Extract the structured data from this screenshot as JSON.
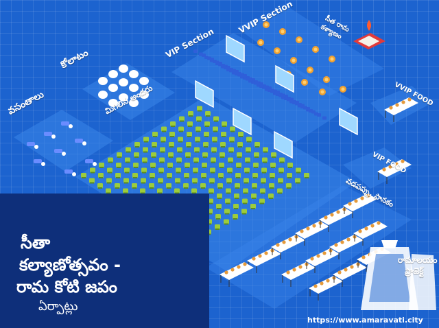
{
  "labels": {
    "vip_section": "VIP Section",
    "vvip_section": "VVIP Section",
    "sita_rama_kalyanam": "సీత రామ కళ్యాణం",
    "vvip_food_top": "VVIP FOOD",
    "vip_food": "VIP FOOD",
    "kolatam": "కోలాటం",
    "vasantalu": "వసంతాలు",
    "migilina_andaru": "మిగిలిన అందరు",
    "vadapappu_panakam": "వడపప్పు, పానకం"
  },
  "title": {
    "line1": "సీతా",
    "line2": "కల్యాణోత్సవం -",
    "line3": "రామ కోటి జపం",
    "line4": "ఏర్పాట్లు"
  },
  "logo": {
    "text1": "రామాలయం",
    "text2": "ప్రాజెక్ట్"
  },
  "url": "https://www.amaravati.city",
  "colors": {
    "background": "#1c63cf",
    "floor": "#2f7fe6",
    "title_box": "#0e2f7a",
    "chair_green": "#9ccc3c",
    "chair_blue": "#2f5fd9",
    "food": "#e59a3a"
  }
}
